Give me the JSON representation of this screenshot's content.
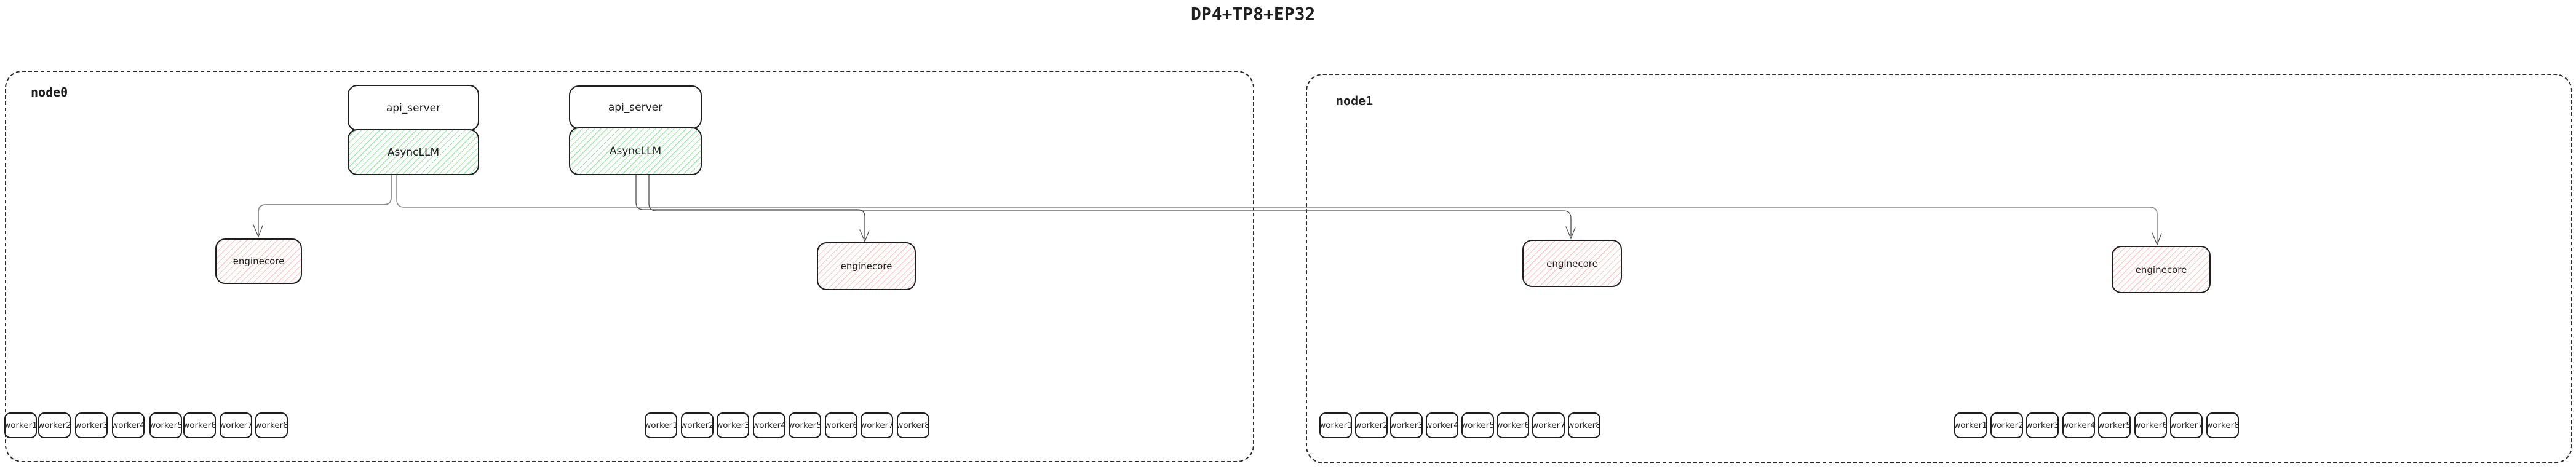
{
  "title": "DP4+TP8+EP32",
  "colors": {
    "border": "#1e1e1e",
    "async_llm_hatch": "#8ce99a",
    "enginecore_hatch": "#ffb9b9",
    "wire_gray": "#8a8a8a",
    "wire_dark": "#4a4a4a"
  },
  "node0": {
    "label": "node0",
    "pairs": [
      {
        "api": "api_server",
        "llm": "AsyncLLM"
      },
      {
        "api": "api_server",
        "llm": "AsyncLLM"
      }
    ],
    "enginecores": [
      "enginecore",
      "enginecore"
    ],
    "worker_groups": [
      [
        "worker1",
        "worker2",
        "worker3",
        "worker4",
        "worker5",
        "worker6",
        "worker7",
        "worker8"
      ],
      [
        "worker1",
        "worker2",
        "worker3",
        "worker4",
        "worker5",
        "worker6",
        "worker7",
        "worker8"
      ]
    ]
  },
  "node1": {
    "label": "node1",
    "enginecores": [
      "enginecore",
      "enginecore"
    ],
    "worker_groups": [
      [
        "worker1",
        "worker2",
        "worker3",
        "worker4",
        "worker5",
        "worker6",
        "worker7",
        "worker8"
      ],
      [
        "worker1",
        "worker2",
        "worker3",
        "worker4",
        "worker5",
        "worker6",
        "worker7",
        "worker8"
      ]
    ]
  }
}
